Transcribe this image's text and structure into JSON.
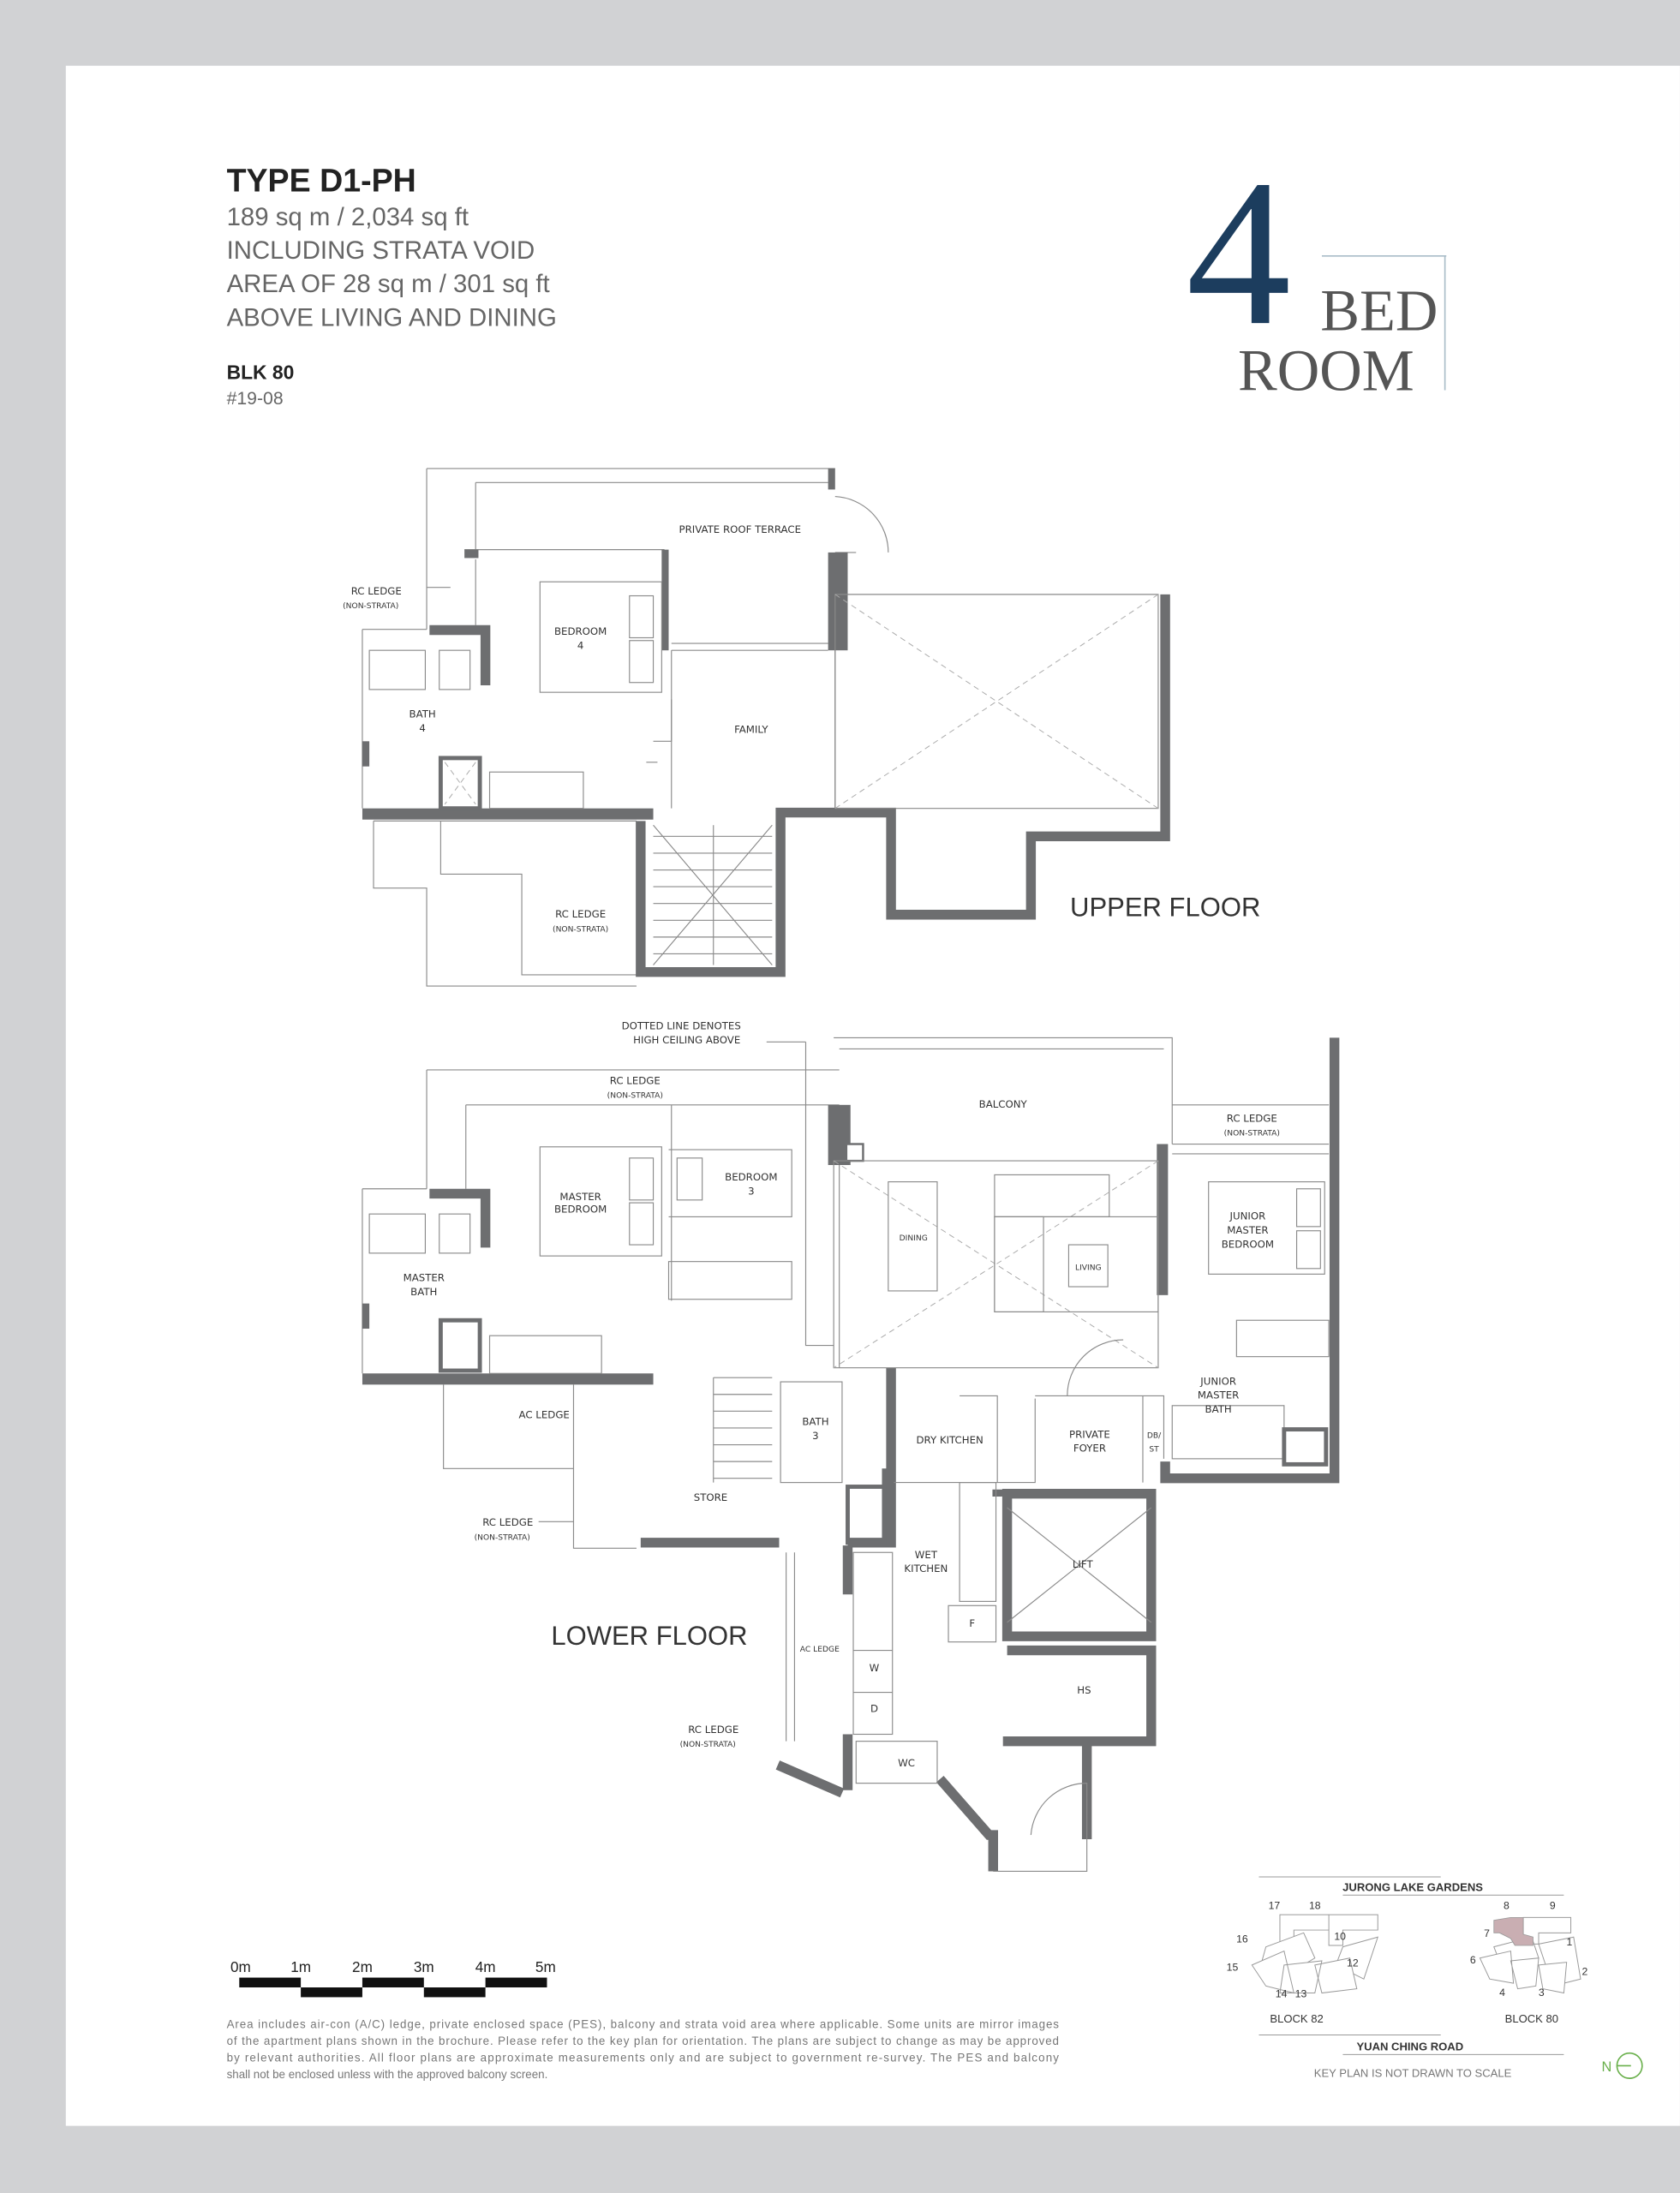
{
  "header": {
    "type_title": "TYPE D1-PH",
    "area_lines": [
      "189 sq m / 2,034 sq ft",
      "INCLUDING STRATA VOID",
      "AREA OF 28 sq m / 301 sq ft",
      "ABOVE LIVING AND DINING"
    ],
    "block": "BLK 80",
    "unit": "#19-08"
  },
  "badge": {
    "number": "4",
    "line1": "BED",
    "line2": "ROOM",
    "color": "#1c3d5e"
  },
  "upper": {
    "title": "UPPER FLOOR",
    "roof_terrace": "PRIVATE ROOF TERRACE",
    "rc_ledge_1": [
      "RC LEDGE",
      "(NON-STRATA)"
    ],
    "bedroom4": [
      "BEDROOM",
      "4"
    ],
    "bath4": [
      "BATH",
      "4"
    ],
    "family": "FAMILY",
    "rc_ledge_2": [
      "RC LEDGE",
      "(NON-STRATA)"
    ]
  },
  "lower": {
    "title": "LOWER FLOOR",
    "dotted_note": [
      "DOTTED LINE DENOTES",
      "HIGH CEILING ABOVE"
    ],
    "rc_ledge_top": [
      "RC LEDGE",
      "(NON-STRATA)"
    ],
    "balcony": "BALCONY",
    "rc_ledge_right": [
      "RC LEDGE",
      "(NON-STRATA)"
    ],
    "master_bedroom": [
      "MASTER",
      "BEDROOM"
    ],
    "bedroom3": [
      "BEDROOM",
      "3"
    ],
    "dining": "DINING",
    "living": "LIVING",
    "junior_master_bedroom": [
      "JUNIOR",
      "MASTER",
      "BEDROOM"
    ],
    "master_bath": [
      "MASTER",
      "BATH"
    ],
    "ac_ledge": "AC LEDGE",
    "bath3": [
      "BATH",
      "3"
    ],
    "dry_kitchen": "DRY KITCHEN",
    "private_foyer": [
      "PRIVATE",
      "FOYER"
    ],
    "db_st": [
      "DB/",
      "ST"
    ],
    "junior_master_bath": [
      "JUNIOR",
      "MASTER",
      "BATH"
    ],
    "store": "STORE",
    "rc_ledge_left": [
      "RC LEDGE",
      "(NON-STRATA)"
    ],
    "wet_kitchen": [
      "WET",
      "KITCHEN"
    ],
    "lift": "LIFT",
    "fridge": "F",
    "ac_ledge_2": "AC LEDGE",
    "washer": "W",
    "dryer": "D",
    "hs": "HS",
    "rc_ledge_bottom": [
      "RC LEDGE",
      "(NON-STRATA)"
    ],
    "wc": "WC"
  },
  "scale": {
    "ticks": [
      "0m",
      "1m",
      "2m",
      "3m",
      "4m",
      "5m"
    ]
  },
  "disclaimer": [
    "Area includes air-con (A/C) ledge, private enclosed space (PES), balcony and strata void area where applicable. Some units are mirror images",
    "of the apartment plans shown in the brochure. Please refer to the key plan for orientation. The plans are subject to change as may be approved",
    "by relevant authorities. All floor plans are approximate measurements only and are subject to government re-survey. The PES and balcony",
    "shall not be enclosed unless with the approved balcony screen."
  ],
  "keyplan": {
    "top_road": "JURONG LAKE GARDENS",
    "bottom_road": "YUAN CHING ROAD",
    "block82": "BLOCK 82",
    "block80": "BLOCK 80",
    "block82_units": [
      "17",
      "18",
      "16",
      "10",
      "15",
      "12",
      "14",
      "13"
    ],
    "block80_units": [
      "8",
      "9",
      "7",
      "1",
      "6",
      "2",
      "4",
      "3"
    ],
    "note": "KEY PLAN IS NOT DRAWN TO SCALE",
    "north": "N",
    "highlight_color": "#c9aeb2",
    "north_color": "#6ab04c"
  }
}
